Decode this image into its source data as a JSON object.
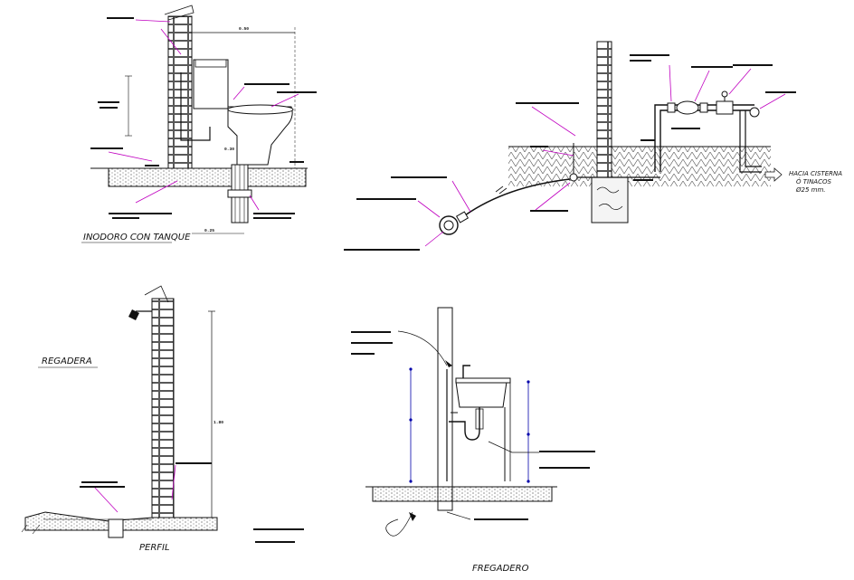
{
  "titles": {
    "toilet": "INODORO CON TANQUE",
    "shower": "REGADERA",
    "shower_profile": "PERFIL",
    "sink": "FREGADERO"
  },
  "notes": {
    "cistern_1": "HACIA CISTERNA",
    "cistern_2": "Ó TINACOS",
    "cistern_3": "Ø25 mm."
  },
  "dims": {
    "toilet_width": "0.50",
    "toilet_base": "0.30",
    "toilet_bottom": "0.25",
    "shower_height": "1.80"
  },
  "colors": {
    "leader": "#c000c0",
    "line": "#111111",
    "dim": "#0000aa"
  }
}
